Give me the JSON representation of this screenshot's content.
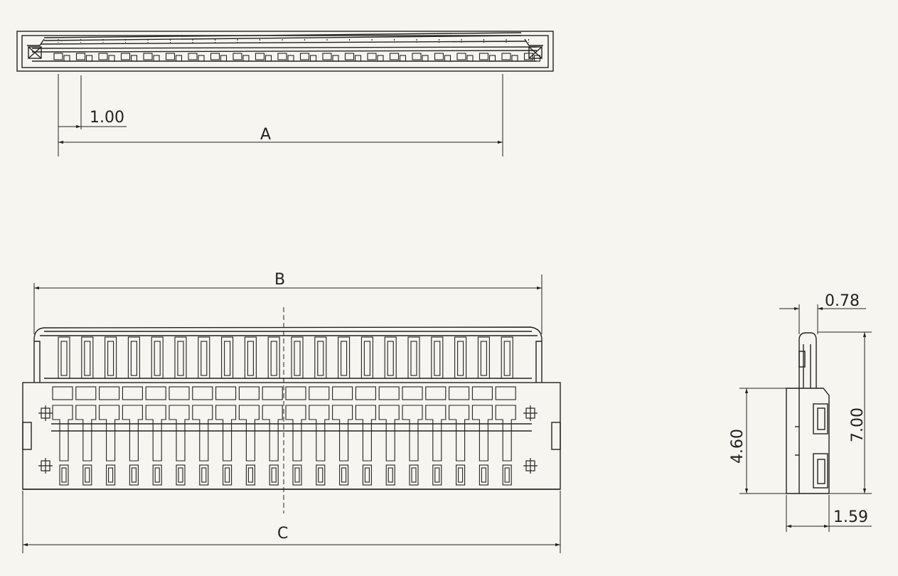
{
  "drawing": {
    "labels": {
      "pitch": "1.00",
      "a": "A",
      "b": "B",
      "c": "C",
      "side_top": "0.78",
      "side_height": "7.00",
      "side_body": "4.60",
      "side_bottom": "1.59"
    },
    "pin_count": 20
  }
}
